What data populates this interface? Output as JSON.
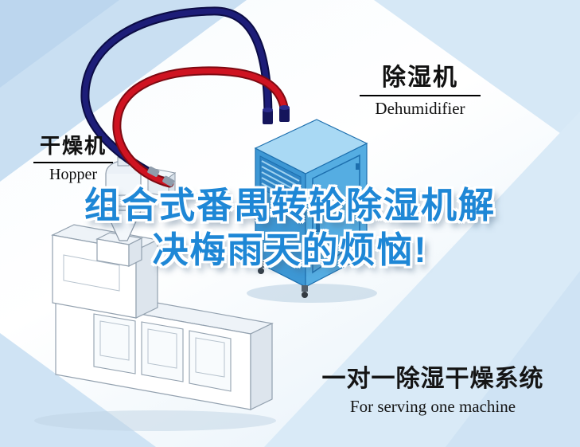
{
  "callouts": {
    "dehumidifier": {
      "cn": "除湿机",
      "en": "Dehumidifier"
    },
    "hopper": {
      "cn": "干燥机",
      "en": "Hopper"
    }
  },
  "headline": {
    "line1": "组合式番禺转轮除湿机解",
    "line2": "决梅雨天的烦恼!"
  },
  "caption": {
    "cn": "一对一除湿干燥系统",
    "en": "For serving one machine"
  },
  "colors": {
    "headline_blue": "#1e87d6",
    "pipe_red": "#cf1321",
    "pipe_red_dark": "#7e0a12",
    "pipe_navy": "#1d1d78",
    "pipe_navy_dark": "#0c0c45",
    "machine_blue": "#55ade2",
    "machine_blue_dark": "#3d97d4",
    "machine_blue_light": "#a9d9f4",
    "background_blue": "#cfe3f4",
    "label_text": "#111111"
  }
}
